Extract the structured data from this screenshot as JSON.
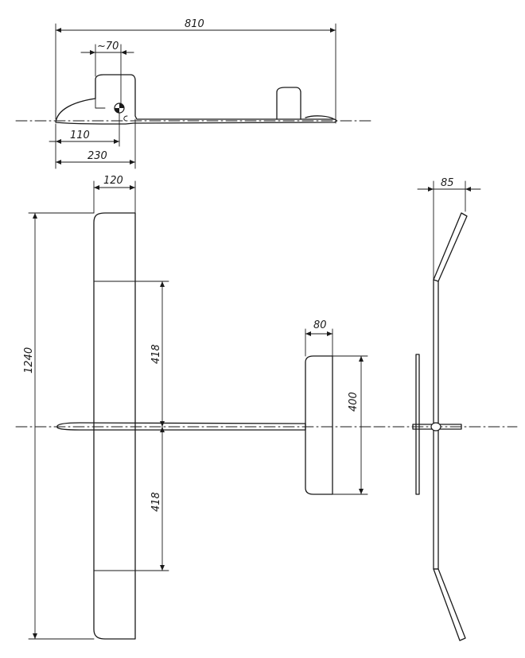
{
  "dimensions": {
    "overall_length": "810",
    "canopy_width": "~70",
    "nose_to_cg": "110",
    "nose_to_wing_te": "230",
    "wing_chord": "120",
    "wingspan": "1240",
    "half_span_upper": "418",
    "half_span_lower": "418",
    "stab_chord": "80",
    "stab_span": "400",
    "dihedral_rise": "85"
  },
  "colors": {
    "ink": "#1a1a1a",
    "paper": "#ffffff"
  }
}
